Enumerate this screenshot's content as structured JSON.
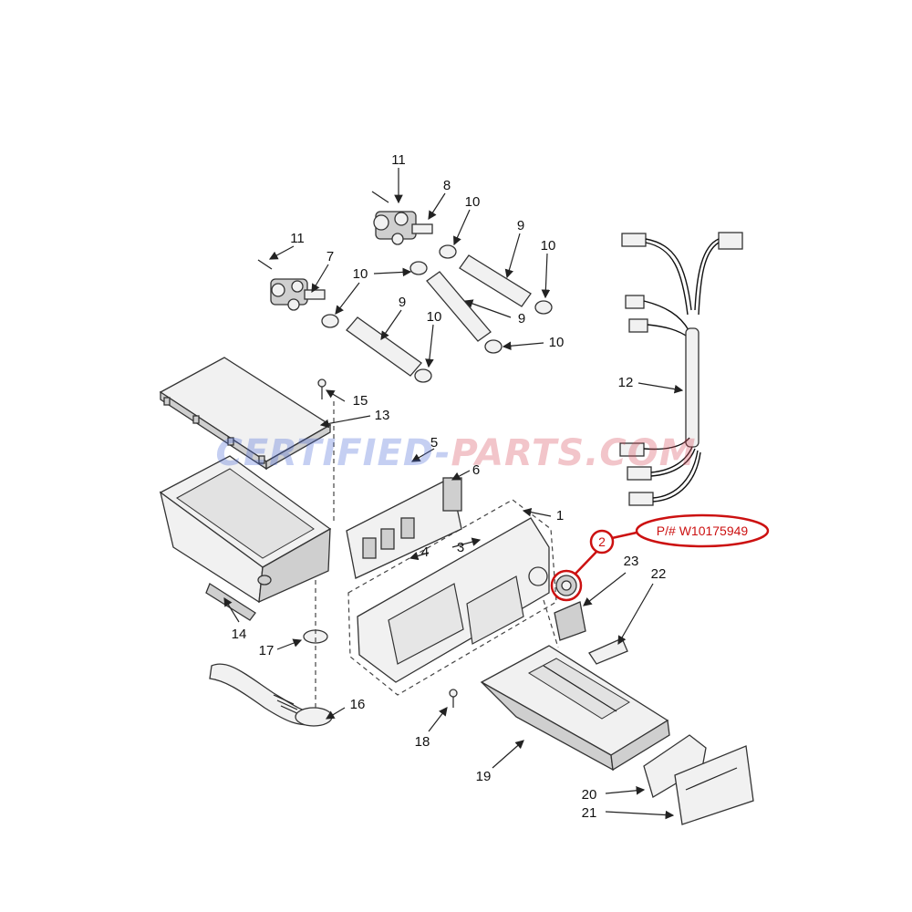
{
  "callout": {
    "number": "2",
    "part_number": "P/# W10175949"
  },
  "watermark": {
    "part1": "CERTIFIED-",
    "part2": "PARTS.COM"
  },
  "labels": {
    "l1": "1",
    "l3": "3",
    "l4": "4",
    "l5": "5",
    "l6": "6",
    "l7": "7",
    "l8": "8",
    "l9a": "9",
    "l9b": "9",
    "l9c": "9",
    "l10a": "10",
    "l10b": "10",
    "l10c": "10",
    "l10d": "10",
    "l10e": "10",
    "l10f": "10",
    "l11a": "11",
    "l11b": "11",
    "l12": "12",
    "l13": "13",
    "l14": "14",
    "l15": "15",
    "l16": "16",
    "l17": "17",
    "l18": "18",
    "l19": "19",
    "l20": "20",
    "l21": "21",
    "l22": "22",
    "l23": "23"
  }
}
